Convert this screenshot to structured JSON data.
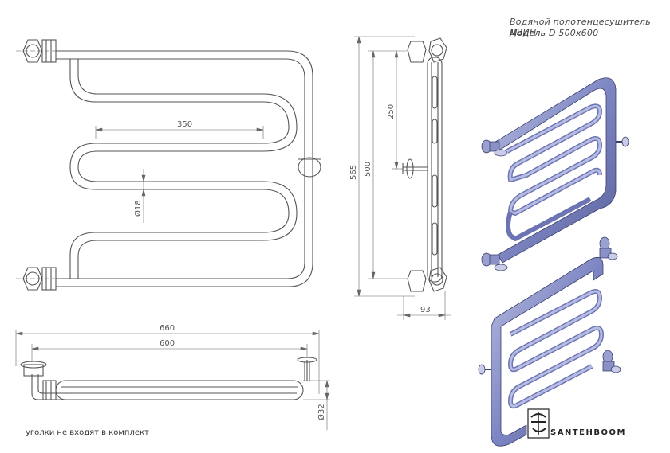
{
  "title": {
    "line1": "Водяной полотенцесушитель ДВИН",
    "line2": "Модель D 500x600"
  },
  "dimensions": {
    "width_inner": "350",
    "pipe_diameter": "Ø18",
    "height_total": "565",
    "height_connection": "500",
    "height_mid": "250",
    "depth": "93",
    "width_total": "660",
    "width_connection": "600",
    "pipe_outer_diameter": "Ø32"
  },
  "note": "уголки не входят в комплект",
  "brand": "SANTEHBOOM"
}
